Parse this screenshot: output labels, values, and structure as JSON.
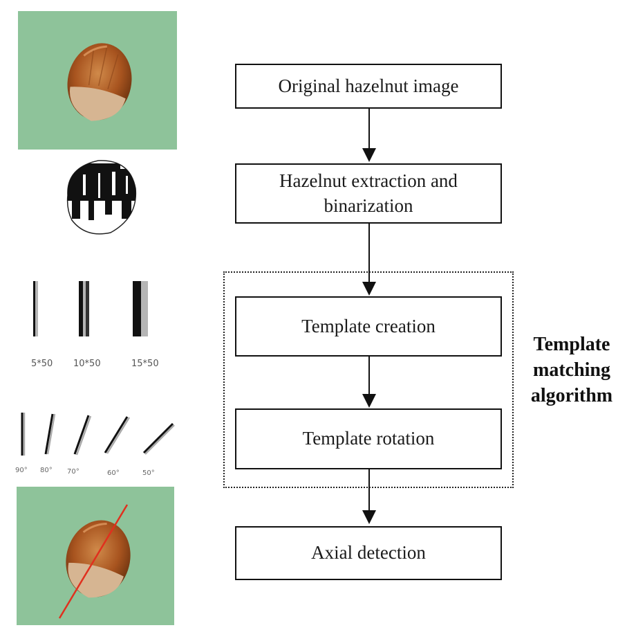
{
  "flowchart": {
    "steps": [
      {
        "id": "original",
        "label": "Original hazelnut image"
      },
      {
        "id": "extraction",
        "label": "Hazelnut extraction and binarization"
      },
      {
        "id": "template_creation",
        "label": "Template creation"
      },
      {
        "id": "template_rotation",
        "label": "Template rotation"
      },
      {
        "id": "axial_detection",
        "label": "Axial detection"
      }
    ],
    "group_label": "Template matching algorithm"
  },
  "illustrations": {
    "template_sizes": [
      "5*50",
      "10*50",
      "15*50"
    ],
    "rotation_angles": [
      "90°",
      "80°",
      "70°",
      "60°",
      "50°"
    ]
  },
  "colors": {
    "background_green": "#8ec39a",
    "hazelnut_brown": "#a8541f",
    "axis_red": "#e0301e"
  }
}
